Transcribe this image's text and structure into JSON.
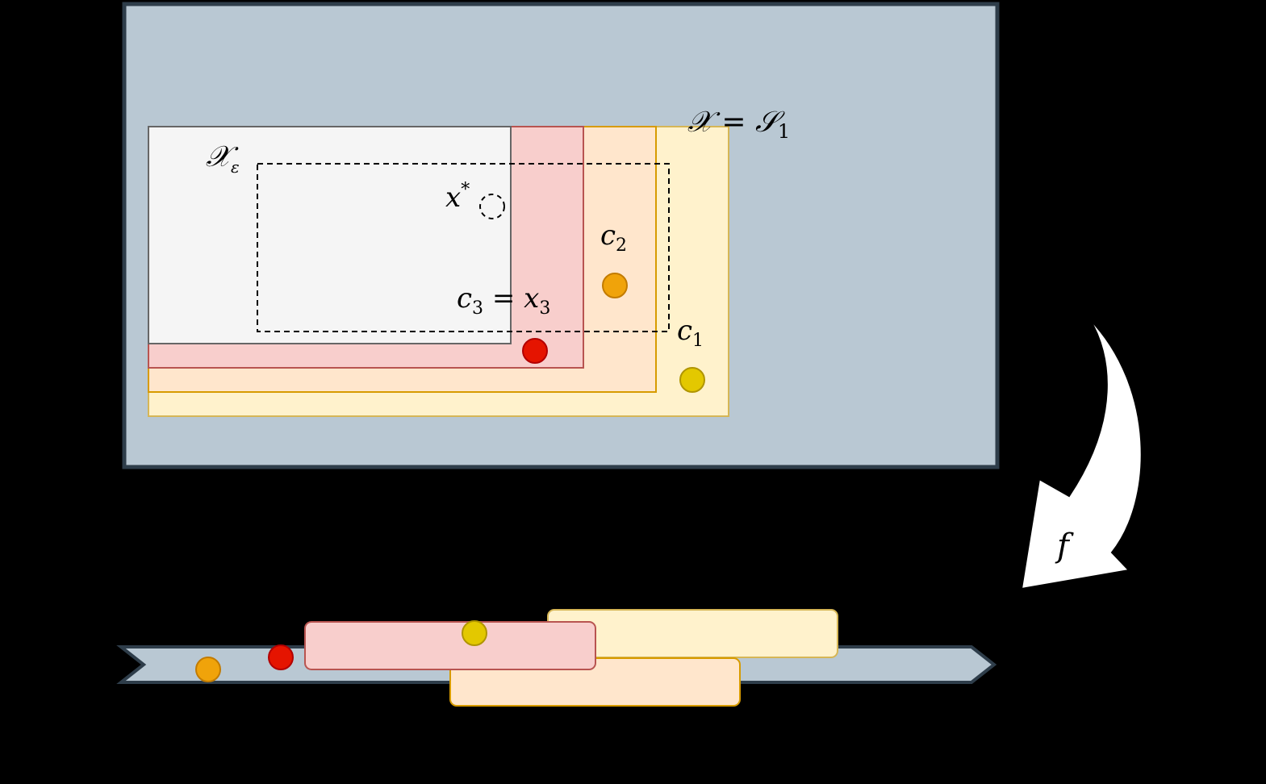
{
  "labels": {
    "domain_symbol": "𝒳",
    "domain_eq": " = ",
    "domain_s_symbol": "𝒮",
    "domain_s_sub": "1",
    "x_eps_symbol": "𝒳",
    "x_eps_sub": "ε",
    "x_star": "x",
    "x_star_sup": "*",
    "c2": "c",
    "c2_sub": "2",
    "c1": "c",
    "c1_sub": "1",
    "c3": "c",
    "c3_sub": "3",
    "c3_eq": " = x",
    "x3_sub": "3",
    "f_label": "f"
  },
  "colors": {
    "domain_fill": "#b9c8d3",
    "domain_stroke": "#2e3d4a",
    "yellow_fill": "#fff2cc",
    "yellow_stroke": "#d6b656",
    "orange_fill": "#ffe6cc",
    "orange_stroke": "#d79b00",
    "red_fill": "#f8cecc",
    "red_stroke": "#b85450",
    "gray_fill": "#f5f5f5",
    "gray_stroke": "#666666",
    "dot_red": "#e51400",
    "dot_orange": "#f0a30a",
    "dot_yellow": "#e3c800",
    "arrow_fill": "#ffffff"
  }
}
